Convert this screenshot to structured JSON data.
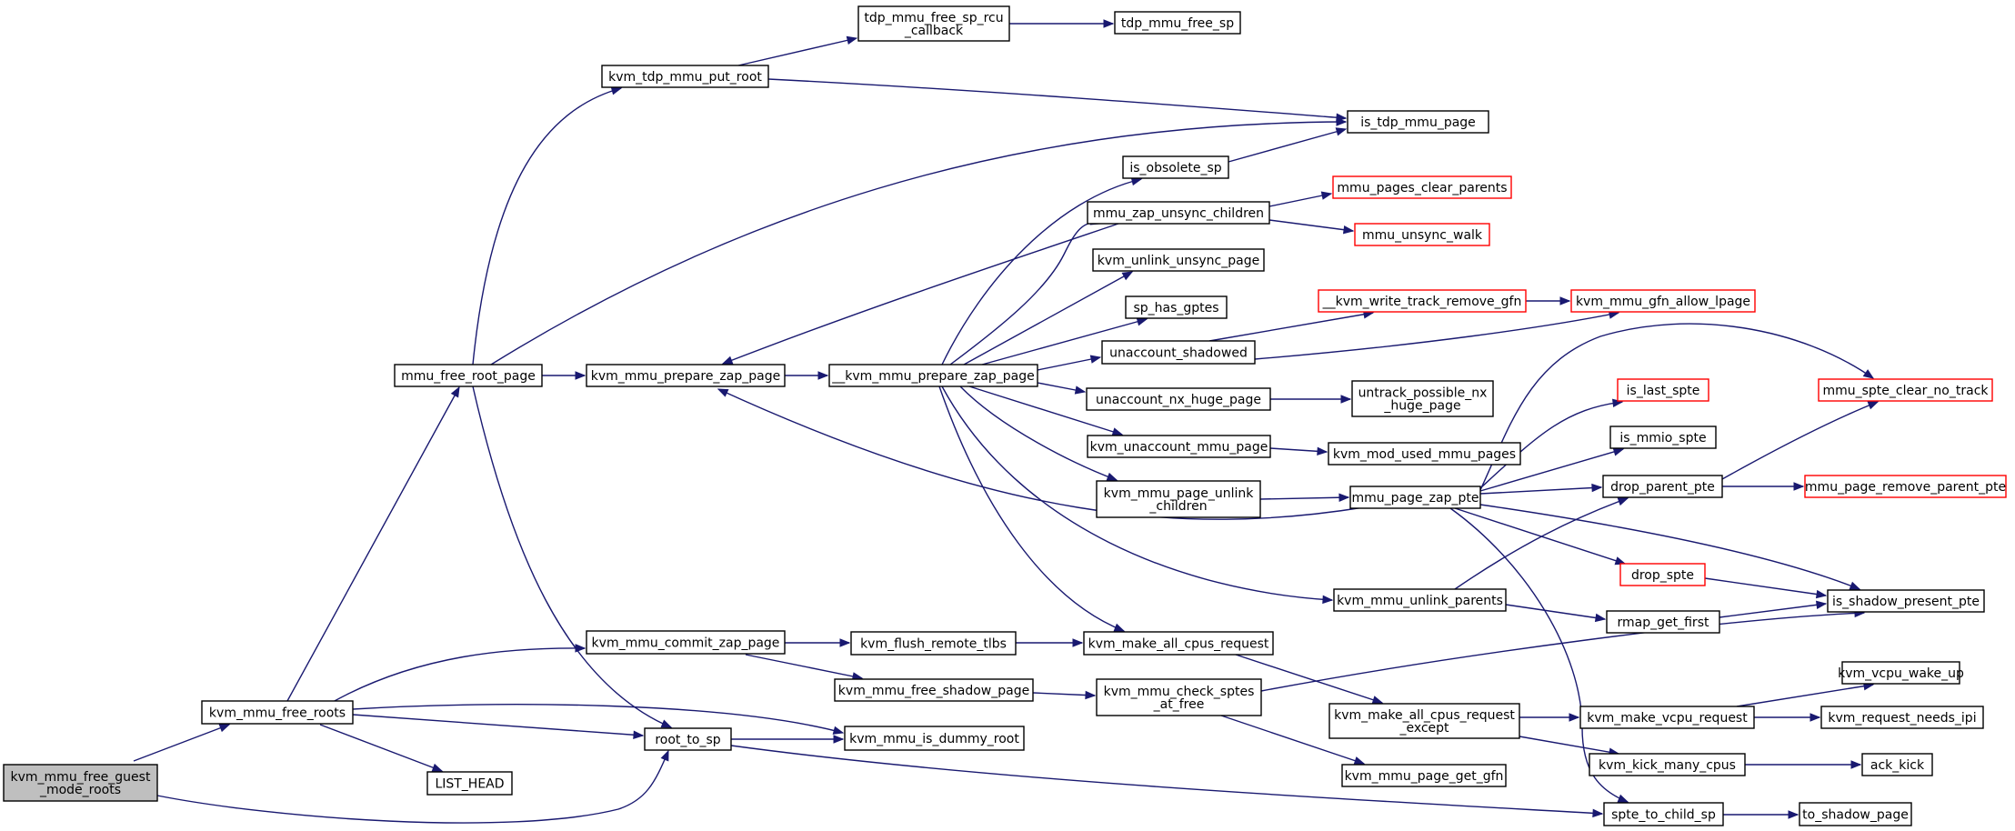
{
  "graph": {
    "nodes": [
      {
        "id": "n0",
        "lines": [
          "kvm_mmu_free_guest",
          "_mode_roots"
        ],
        "style": "root"
      },
      {
        "id": "n1",
        "lines": [
          "kvm_mmu_free_roots"
        ],
        "style": "normal"
      },
      {
        "id": "n2",
        "lines": [
          "root_to_sp"
        ],
        "style": "normal"
      },
      {
        "id": "n3",
        "lines": [
          "kvm_mmu_is_dummy_root"
        ],
        "style": "normal"
      },
      {
        "id": "n4",
        "lines": [
          "spte_to_child_sp"
        ],
        "style": "normal"
      },
      {
        "id": "n5",
        "lines": [
          "to_shadow_page"
        ],
        "style": "normal"
      },
      {
        "id": "n6",
        "lines": [
          "LIST_HEAD"
        ],
        "style": "normal"
      },
      {
        "id": "n7",
        "lines": [
          "kvm_mmu_commit_zap_page"
        ],
        "style": "normal"
      },
      {
        "id": "n8",
        "lines": [
          "kvm_flush_remote_tlbs"
        ],
        "style": "normal"
      },
      {
        "id": "n9",
        "lines": [
          "kvm_make_all_cpus_request"
        ],
        "style": "normal"
      },
      {
        "id": "n10",
        "lines": [
          "kvm_make_all_cpus_request",
          "_except"
        ],
        "style": "normal"
      },
      {
        "id": "n11",
        "lines": [
          "kvm_kick_many_cpus"
        ],
        "style": "normal"
      },
      {
        "id": "n12",
        "lines": [
          "ack_kick"
        ],
        "style": "normal"
      },
      {
        "id": "n13",
        "lines": [
          "kvm_make_vcpu_request"
        ],
        "style": "normal"
      },
      {
        "id": "n14",
        "lines": [
          "kvm_request_needs_ipi"
        ],
        "style": "normal"
      },
      {
        "id": "n15",
        "lines": [
          "kvm_vcpu_wake_up"
        ],
        "style": "normal"
      },
      {
        "id": "n16",
        "lines": [
          "kvm_mmu_free_shadow_page"
        ],
        "style": "normal"
      },
      {
        "id": "n17",
        "lines": [
          "kvm_mmu_check_sptes",
          "_at_free"
        ],
        "style": "normal"
      },
      {
        "id": "n18",
        "lines": [
          "is_shadow_present_pte"
        ],
        "style": "normal"
      },
      {
        "id": "n19",
        "lines": [
          "kvm_mmu_page_get_gfn"
        ],
        "style": "normal"
      },
      {
        "id": "n20",
        "lines": [
          "mmu_free_root_page"
        ],
        "style": "normal"
      },
      {
        "id": "n21",
        "lines": [
          "is_tdp_mmu_page"
        ],
        "style": "normal"
      },
      {
        "id": "n22",
        "lines": [
          "kvm_mmu_prepare_zap_page"
        ],
        "style": "normal"
      },
      {
        "id": "n23",
        "lines": [
          "__kvm_mmu_prepare_zap_page"
        ],
        "style": "normal"
      },
      {
        "id": "n24",
        "lines": [
          "is_obsolete_sp"
        ],
        "style": "normal"
      },
      {
        "id": "n25",
        "lines": [
          "kvm_mmu_page_unlink",
          "_children"
        ],
        "style": "normal"
      },
      {
        "id": "n26",
        "lines": [
          "mmu_page_zap_pte"
        ],
        "style": "normal"
      },
      {
        "id": "n27",
        "lines": [
          "drop_parent_pte"
        ],
        "style": "normal"
      },
      {
        "id": "n28",
        "lines": [
          "mmu_page_remove_parent_pte"
        ],
        "style": "red"
      },
      {
        "id": "n29",
        "lines": [
          "mmu_spte_clear_no_track"
        ],
        "style": "red"
      },
      {
        "id": "n30",
        "lines": [
          "drop_spte"
        ],
        "style": "red"
      },
      {
        "id": "n31",
        "lines": [
          "is_last_spte"
        ],
        "style": "red"
      },
      {
        "id": "n32",
        "lines": [
          "is_mmio_spte"
        ],
        "style": "normal"
      },
      {
        "id": "n33",
        "lines": [
          "kvm_mmu_unlink_parents"
        ],
        "style": "normal"
      },
      {
        "id": "n34",
        "lines": [
          "rmap_get_first"
        ],
        "style": "normal"
      },
      {
        "id": "n35",
        "lines": [
          "kvm_unaccount_mmu_page"
        ],
        "style": "normal"
      },
      {
        "id": "n36",
        "lines": [
          "kvm_mod_used_mmu_pages"
        ],
        "style": "normal"
      },
      {
        "id": "n37",
        "lines": [
          "kvm_unlink_unsync_page"
        ],
        "style": "normal"
      },
      {
        "id": "n38",
        "lines": [
          "mmu_zap_unsync_children"
        ],
        "style": "normal"
      },
      {
        "id": "n39",
        "lines": [
          "mmu_pages_clear_parents"
        ],
        "style": "red"
      },
      {
        "id": "n40",
        "lines": [
          "mmu_unsync_walk"
        ],
        "style": "red"
      },
      {
        "id": "n41",
        "lines": [
          "sp_has_gptes"
        ],
        "style": "normal"
      },
      {
        "id": "n42",
        "lines": [
          "unaccount_nx_huge_page"
        ],
        "style": "normal"
      },
      {
        "id": "n43",
        "lines": [
          "untrack_possible_nx",
          "_huge_page"
        ],
        "style": "normal"
      },
      {
        "id": "n44",
        "lines": [
          "unaccount_shadowed"
        ],
        "style": "normal"
      },
      {
        "id": "n45",
        "lines": [
          "__kvm_write_track_remove_gfn"
        ],
        "style": "red"
      },
      {
        "id": "n46",
        "lines": [
          "kvm_mmu_gfn_allow_lpage"
        ],
        "style": "red"
      },
      {
        "id": "n47",
        "lines": [
          "kvm_tdp_mmu_put_root"
        ],
        "style": "normal"
      },
      {
        "id": "n48",
        "lines": [
          "tdp_mmu_free_sp_rcu",
          "_callback"
        ],
        "style": "normal"
      },
      {
        "id": "n49",
        "lines": [
          "tdp_mmu_free_sp"
        ],
        "style": "normal"
      }
    ],
    "edges": [
      {
        "from": "n0",
        "to": "n1"
      },
      {
        "from": "n0",
        "to": "n2"
      },
      {
        "from": "n1",
        "to": "n2"
      },
      {
        "from": "n1",
        "to": "n3"
      },
      {
        "from": "n1",
        "to": "n6"
      },
      {
        "from": "n1",
        "to": "n7"
      },
      {
        "from": "n1",
        "to": "n20"
      },
      {
        "from": "n2",
        "to": "n3"
      },
      {
        "from": "n2",
        "to": "n4"
      },
      {
        "from": "n4",
        "to": "n5"
      },
      {
        "from": "n7",
        "to": "n8"
      },
      {
        "from": "n7",
        "to": "n16"
      },
      {
        "from": "n8",
        "to": "n9"
      },
      {
        "from": "n9",
        "to": "n10"
      },
      {
        "from": "n10",
        "to": "n11"
      },
      {
        "from": "n10",
        "to": "n13"
      },
      {
        "from": "n11",
        "to": "n12"
      },
      {
        "from": "n13",
        "to": "n14"
      },
      {
        "from": "n13",
        "to": "n15"
      },
      {
        "from": "n16",
        "to": "n17"
      },
      {
        "from": "n17",
        "to": "n18"
      },
      {
        "from": "n17",
        "to": "n19"
      },
      {
        "from": "n20",
        "to": "n2"
      },
      {
        "from": "n20",
        "to": "n21"
      },
      {
        "from": "n20",
        "to": "n22"
      },
      {
        "from": "n20",
        "to": "n47"
      },
      {
        "from": "n22",
        "to": "n23"
      },
      {
        "from": "n23",
        "to": "n9"
      },
      {
        "from": "n23",
        "to": "n24"
      },
      {
        "from": "n23",
        "to": "n25"
      },
      {
        "from": "n23",
        "to": "n33"
      },
      {
        "from": "n23",
        "to": "n35"
      },
      {
        "from": "n23",
        "to": "n37"
      },
      {
        "from": "n23",
        "to": "n38"
      },
      {
        "from": "n23",
        "to": "n41"
      },
      {
        "from": "n23",
        "to": "n42"
      },
      {
        "from": "n23",
        "to": "n44"
      },
      {
        "from": "n24",
        "to": "n21"
      },
      {
        "from": "n25",
        "to": "n26"
      },
      {
        "from": "n26",
        "to": "n4"
      },
      {
        "from": "n26",
        "to": "n18"
      },
      {
        "from": "n26",
        "to": "n22"
      },
      {
        "from": "n26",
        "to": "n27"
      },
      {
        "from": "n26",
        "to": "n29"
      },
      {
        "from": "n26",
        "to": "n30"
      },
      {
        "from": "n26",
        "to": "n31"
      },
      {
        "from": "n26",
        "to": "n32"
      },
      {
        "from": "n27",
        "to": "n28"
      },
      {
        "from": "n27",
        "to": "n29"
      },
      {
        "from": "n30",
        "to": "n18"
      },
      {
        "from": "n33",
        "to": "n27"
      },
      {
        "from": "n33",
        "to": "n34"
      },
      {
        "from": "n34",
        "to": "n18"
      },
      {
        "from": "n35",
        "to": "n36"
      },
      {
        "from": "n38",
        "to": "n22"
      },
      {
        "from": "n38",
        "to": "n39"
      },
      {
        "from": "n38",
        "to": "n40"
      },
      {
        "from": "n42",
        "to": "n43"
      },
      {
        "from": "n44",
        "to": "n45"
      },
      {
        "from": "n44",
        "to": "n46"
      },
      {
        "from": "n45",
        "to": "n46"
      },
      {
        "from": "n47",
        "to": "n21"
      },
      {
        "from": "n47",
        "to": "n48"
      },
      {
        "from": "n48",
        "to": "n49"
      }
    ]
  }
}
